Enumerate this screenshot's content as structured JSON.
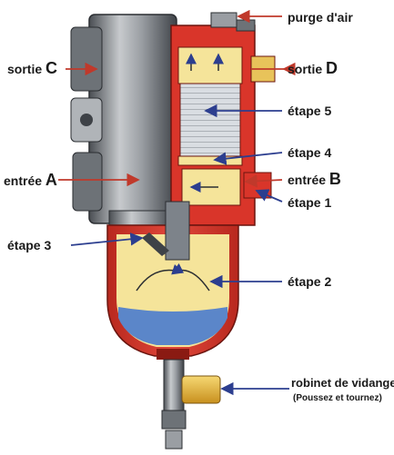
{
  "labels": {
    "purge_air": "purge d'air",
    "sortie_c_word": "sortie",
    "sortie_c_letter": "C",
    "sortie_d_word": "sortie",
    "sortie_d_letter": "D",
    "etape_5": "étape 5",
    "etape_4": "étape 4",
    "entree_a_word": "entrée",
    "entree_a_letter": "A",
    "entree_b_word": "entrée",
    "entree_b_letter": "B",
    "etape_1": "étape 1",
    "etape_3": "étape 3",
    "etape_2": "étape 2",
    "robinet": "robinet de vidange",
    "robinet_sub": "(Poussez et tournez)"
  },
  "colors": {
    "housing_red": "#d9352a",
    "housing_dark": "#8a1a12",
    "metal": "#9a9ea3",
    "metal_dark": "#3e4247",
    "fuel": "#f5e49a",
    "water": "#5b86c9",
    "brass": "#e8b940",
    "arrow_red": "#c0392b",
    "arrow_blue": "#2c3e8f"
  }
}
